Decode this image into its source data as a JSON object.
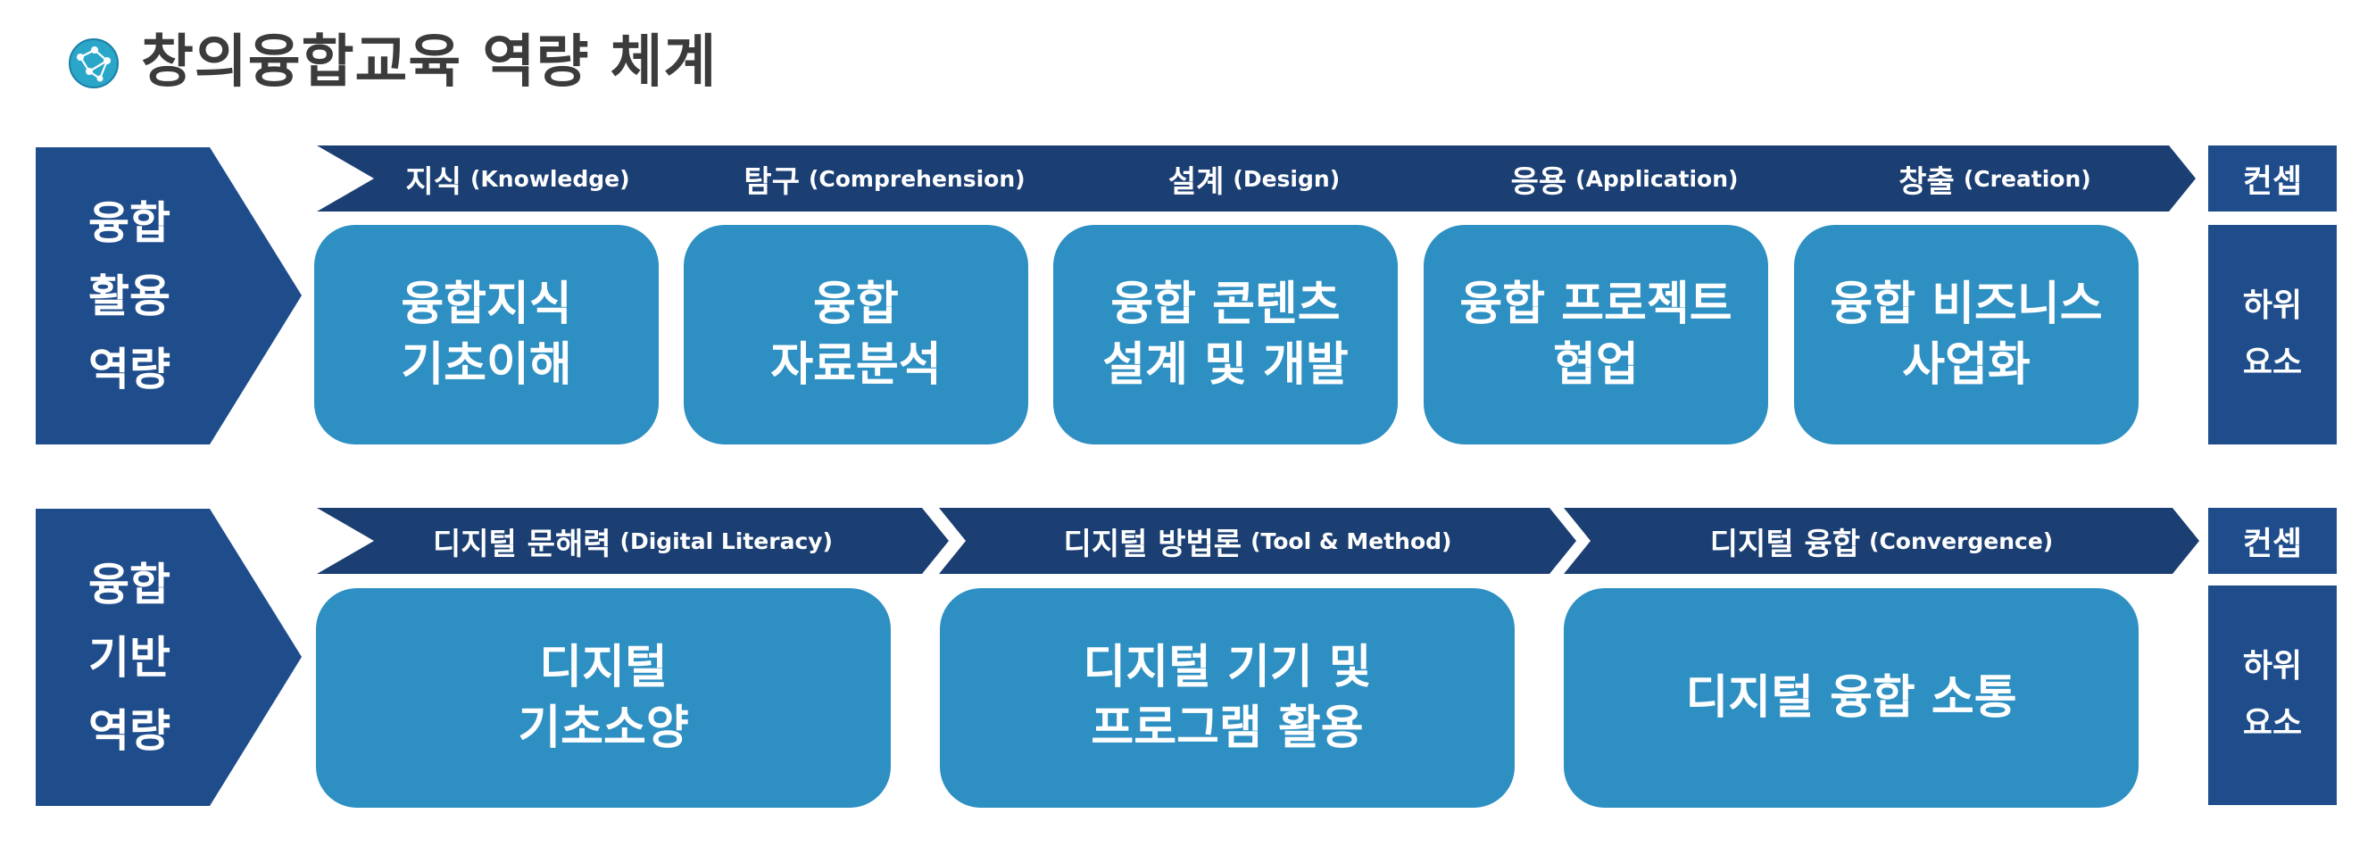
{
  "title": "창의융합교육 역량 체계",
  "colors": {
    "dark_navy": "#1b3f73",
    "chevron_blue": "#1f4d8c",
    "box_blue": "#2e8fc2",
    "title_gray": "#3b3b3b"
  },
  "rows": [
    {
      "label_lines": [
        "융합",
        "활용",
        "역량"
      ],
      "arrows": [
        {
          "ko": "지식",
          "en": "(Knowledge)"
        },
        {
          "ko": "탐구",
          "en": "(Comprehension)"
        },
        {
          "ko": "설계",
          "en": "(Design)"
        },
        {
          "ko": "응용",
          "en": "(Application)"
        },
        {
          "ko": "창출",
          "en": "(Creation)"
        }
      ],
      "boxes": [
        [
          "융합지식",
          "기초이해"
        ],
        [
          "융합",
          "자료분석"
        ],
        [
          "융합 콘텐츠",
          "설계 및 개발"
        ],
        [
          "융합 프로젝트",
          "협업"
        ],
        [
          "융합 비즈니스",
          "사업화"
        ]
      ],
      "side_head": "컨셉",
      "side_body": [
        "하위",
        "요소"
      ]
    },
    {
      "label_lines": [
        "융합",
        "기반",
        "역량"
      ],
      "arrows": [
        {
          "ko": "디지털 문해력",
          "en": "(Digital Literacy)"
        },
        {
          "ko": "디지털 방법론",
          "en": "(Tool & Method)"
        },
        {
          "ko": "디지털 융합",
          "en": "(Convergence)"
        }
      ],
      "boxes": [
        [
          "디지털",
          "기초소양"
        ],
        [
          "디지털 기기 및",
          "프로그램 활용"
        ],
        [
          "디지털 융합 소통"
        ]
      ],
      "side_head": "컨셉",
      "side_body": [
        "하위",
        "요소"
      ]
    }
  ]
}
